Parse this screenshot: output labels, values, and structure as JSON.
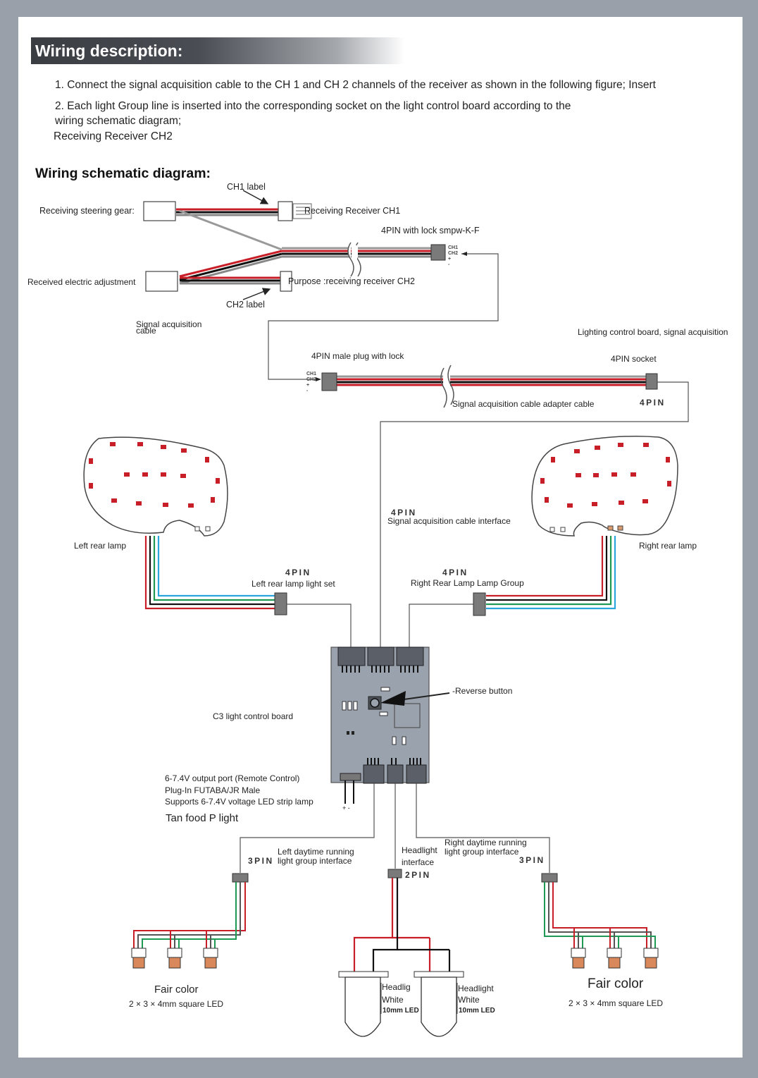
{
  "header": {
    "title": "Wiring description:"
  },
  "intro": {
    "line1": "1. Connect the signal acquisition cable to the CH 1 and CH 2 channels of the receiver as shown in the following figure; Insert",
    "line2a": "2. Each light Group line is inserted into the corresponding socket on the light control board according to the",
    "line2b": "wiring schematic diagram;",
    "line3": "Receiving Receiver CH2"
  },
  "schematic": {
    "title": "Wiring schematic diagram:",
    "ch1_label": "CH1 label",
    "receiving_steering_gear": "Receiving steering gear:",
    "receiving_receiver_ch1": "Receiving Receiver CH1",
    "fourpin_lock": "4PIN with lock smpw-K-F",
    "received_electric_adjustment": "Received electric adjustment",
    "purpose_ch2": "Purpose :receiving receiver CH2",
    "ch2_label": "CH2 label",
    "signal_acq_a": "Signal acquisition",
    "signal_acq_b": "cable",
    "lighting_board": "Lighting control board, signal acquisition",
    "male_plug": "4PIN male plug with lock",
    "socket_4pin": "4PIN socket",
    "adapter_cable": "Signal acquisition cable adapter cable",
    "pin4": "4PIN",
    "pin3": "3PIN",
    "pin2": "2PIN",
    "ch1": "CH1",
    "ch2": "CH2",
    "plus": "+",
    "minus": "-",
    "signal_interface": "Signal acquisition cable interface",
    "left_rear_lamp": "Left rear lamp",
    "right_rear_lamp": "Right rear lamp",
    "left_lamp_set": "Left rear lamp light set",
    "right_lamp_group": "Right Rear Lamp Lamp Group",
    "reverse_button": "-Reverse button",
    "c3_board": "C3 light control board",
    "output_port": "6-7.4V output port (Remote Control)",
    "plug_in": "Plug-In FUTABA/JR Male",
    "supports": "Supports 6-7.4V voltage LED strip lamp",
    "tan_food": "Tan food P light",
    "pm": "+ -",
    "left_drl_a": "Left daytime running",
    "left_drl_b": "light group interface",
    "headlight_if_a": "Headlight",
    "headlight_if_b": "interface",
    "right_drl_a": "Right daytime running",
    "right_drl_b": "light group interface",
    "fair_color_left": "Fair color",
    "fair_color_right": "Fair color",
    "led_spec_left": "2 × 3 × 4mm square LED",
    "led_spec_right": "2 × 3 × 4mm square LED",
    "headlig": "Headlig",
    "headlight": "Headlight",
    "white": "White",
    "led_10mm": "10mm  LED"
  },
  "colors": {
    "red": "#c81e28",
    "black": "#111111",
    "gray": "#8a8a8a",
    "blue": "#2aa6dd",
    "green": "#1f9a55",
    "bg": "#9aa0aa"
  }
}
